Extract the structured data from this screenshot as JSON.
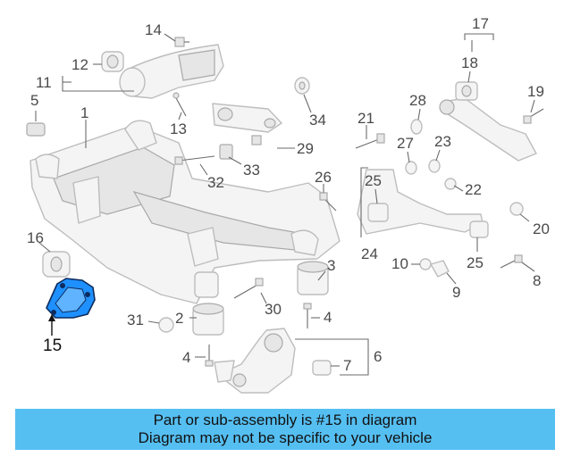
{
  "diagram": {
    "highlight_color": "#1e90ff",
    "callouts": [
      {
        "id": "c1",
        "text": "1"
      },
      {
        "id": "c2",
        "text": "2"
      },
      {
        "id": "c3",
        "text": "3"
      },
      {
        "id": "c4a",
        "text": "4"
      },
      {
        "id": "c4b",
        "text": "4"
      },
      {
        "id": "c5",
        "text": "5"
      },
      {
        "id": "c6",
        "text": "6"
      },
      {
        "id": "c7",
        "text": "7"
      },
      {
        "id": "c8",
        "text": "8"
      },
      {
        "id": "c9",
        "text": "9"
      },
      {
        "id": "c10",
        "text": "10"
      },
      {
        "id": "c11",
        "text": "11"
      },
      {
        "id": "c12",
        "text": "12"
      },
      {
        "id": "c13",
        "text": "13"
      },
      {
        "id": "c14",
        "text": "14"
      },
      {
        "id": "c15",
        "text": "15"
      },
      {
        "id": "c16",
        "text": "16"
      },
      {
        "id": "c17",
        "text": "17"
      },
      {
        "id": "c18",
        "text": "18"
      },
      {
        "id": "c19",
        "text": "19"
      },
      {
        "id": "c20",
        "text": "20"
      },
      {
        "id": "c21",
        "text": "21"
      },
      {
        "id": "c22",
        "text": "22"
      },
      {
        "id": "c23",
        "text": "23"
      },
      {
        "id": "c24",
        "text": "24"
      },
      {
        "id": "c25a",
        "text": "25"
      },
      {
        "id": "c25b",
        "text": "25"
      },
      {
        "id": "c26",
        "text": "26"
      },
      {
        "id": "c27",
        "text": "27"
      },
      {
        "id": "c28",
        "text": "28"
      },
      {
        "id": "c29",
        "text": "29"
      },
      {
        "id": "c30",
        "text": "30"
      },
      {
        "id": "c31",
        "text": "31"
      },
      {
        "id": "c32",
        "text": "32"
      },
      {
        "id": "c33",
        "text": "33"
      },
      {
        "id": "c34",
        "text": "34"
      }
    ]
  },
  "caption": {
    "line1": "Part or sub-assembly is #15 in diagram",
    "line2": "Diagram may not be specific to your vehicle",
    "background": "#55bff2"
  }
}
